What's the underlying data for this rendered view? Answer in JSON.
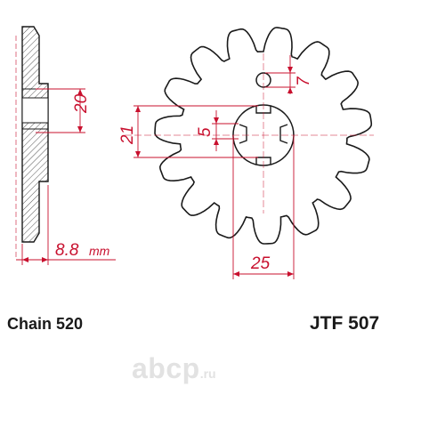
{
  "drawing": {
    "dimensions": {
      "hub_height": "20",
      "thickness": "8.8",
      "thickness_unit": "mm",
      "spline_width": "21",
      "keyway": "5",
      "hole_diameter": "7",
      "center_bore": "25"
    },
    "teeth": 15
  },
  "caption": {
    "chain": "Chain 520",
    "part_number": "JTF 507"
  },
  "watermark": {
    "main": "abcp",
    "tld": ".ru"
  },
  "colors": {
    "outline": "#1a1a1a",
    "dimension": "#c8102e",
    "hatch": "#555555",
    "watermark": "#e2e2e2"
  }
}
